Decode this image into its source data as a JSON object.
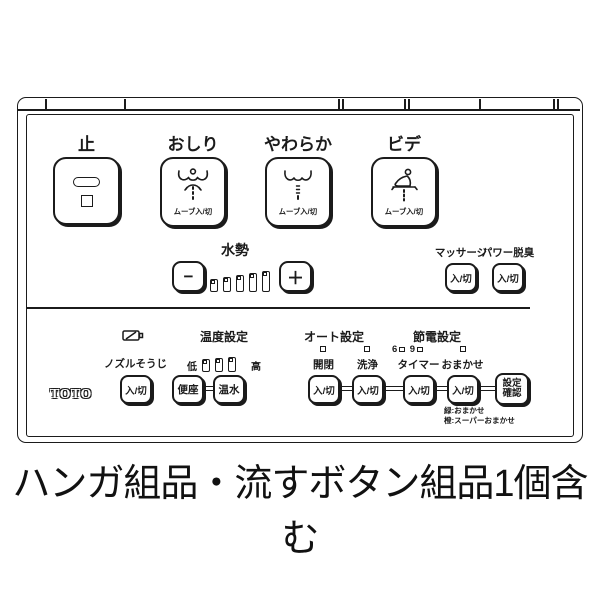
{
  "caption": "ハンガ組品・流すボタン組品1個含む",
  "brand": "TOTO",
  "colors": {
    "line": "#1b1b1b",
    "bg": "#ffffff"
  },
  "top_row": {
    "stop": {
      "label": "止"
    },
    "buttons": [
      {
        "label": "おしり",
        "sub": "ムーブ入/切"
      },
      {
        "label": "やわらか",
        "sub": "ムーブ入/切"
      },
      {
        "label": "ビデ",
        "sub": "ムーブ入/切"
      }
    ]
  },
  "water_pressure": {
    "label": "水勢",
    "minus": "−",
    "plus": "＋",
    "levels": 5
  },
  "massage": {
    "label": "マッサージ",
    "button": "入/切"
  },
  "deodorize": {
    "label": "パワー脱臭",
    "button": "入/切"
  },
  "nozzle": {
    "label": "ノズルそうじ",
    "button": "入/切"
  },
  "temperature": {
    "title": "温度設定",
    "low": "低",
    "high": "高",
    "seat": "便座",
    "water": "温水"
  },
  "auto": {
    "title": "オート設定",
    "open_close": {
      "label": "開閉",
      "button": "入/切"
    },
    "wash": {
      "label": "洗浄",
      "button": "入/切"
    }
  },
  "eco": {
    "title": "節電設定",
    "timer": {
      "led1": "6",
      "led2": "9",
      "label": "タイマー",
      "button": "入/切"
    },
    "omakase": {
      "label": "おまかせ",
      "button": "入/切"
    },
    "notes": [
      "緑:おまかせ",
      "橙:スーパーおまかせ"
    ]
  },
  "confirm": {
    "line1": "設定",
    "line2": "確認"
  }
}
